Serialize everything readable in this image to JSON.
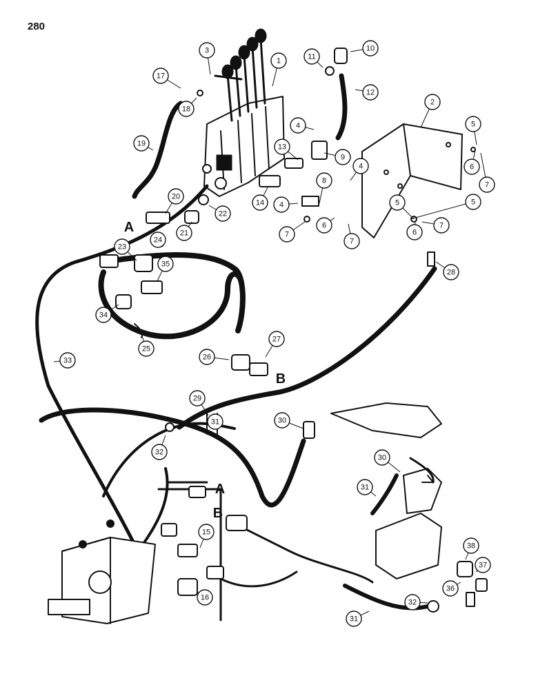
{
  "page_number": "280",
  "callouts": [
    "1",
    "2",
    "3",
    "4",
    "4",
    "4",
    "5",
    "5",
    "5",
    "6",
    "6",
    "6",
    "7",
    "7",
    "7",
    "7",
    "8",
    "9",
    "10",
    "11",
    "12",
    "13",
    "14",
    "15",
    "16",
    "17",
    "18",
    "19",
    "20",
    "21",
    "22",
    "23",
    "24",
    "25",
    "26",
    "27",
    "28",
    "29",
    "30",
    "30",
    "31",
    "31",
    "31",
    "32",
    "32",
    "33",
    "34",
    "35",
    "36",
    "37",
    "38"
  ],
  "connection_refs": [
    "A",
    "A",
    "B",
    "B"
  ],
  "colors": {
    "ink": "#111111",
    "paper": "#ffffff"
  }
}
